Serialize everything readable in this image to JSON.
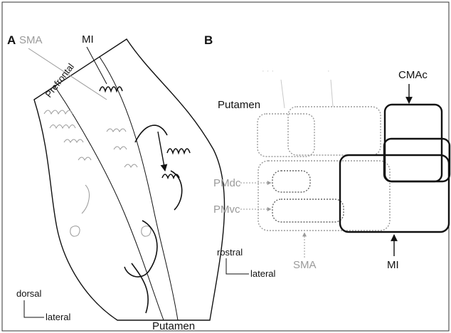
{
  "panel_a": {
    "letter": "A",
    "sma_label": "SMA",
    "mi_label": "MI",
    "prefrontal_label": "Prefrontal",
    "putamen_label": "Putamen",
    "orientation": {
      "vertical": "dorsal",
      "horizontal": "lateral"
    }
  },
  "panel_b": {
    "letter": "B",
    "putamen_label": "Putamen",
    "cmac_label": "CMAc",
    "pmdc_label": "PMdc",
    "pmvc_label": "PMvc",
    "sma_label": "SMA",
    "mi_label": "MI",
    "orientation": {
      "vertical": "rostral",
      "horizontal": "lateral"
    }
  },
  "colors": {
    "black": "#111111",
    "gray": "#9a9a9a",
    "light_gray": "#c8c8c8"
  }
}
